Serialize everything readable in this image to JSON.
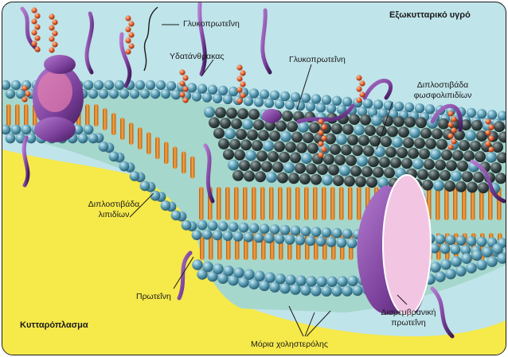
{
  "labels": {
    "extracellular": "Εξωκυτταρικό υγρό",
    "glycoprotein_top": "Γλυκοπρωτεΐνη",
    "carbohydrates": "Υδατάνθρακας",
    "glycoprotein_mid": "Γλυκοπρωτεΐνη",
    "phospholipid_bilayer_1": "Διπλοστιβάδα",
    "phospholipid_bilayer_2": "φωσφολιπιδίων",
    "lipid_bilayer_1": "Διπλοστιβάδα",
    "lipid_bilayer_2": "λιπιδίων",
    "protein": "Πρωτεΐνη",
    "cytoplasm": "Κυτταρόπλασμα",
    "transmembrane_1": "Διαμεμβρανική",
    "transmembrane_2": "πρωτεΐνη",
    "cholesterol": "Μόρια χοληστερόλης"
  },
  "colors": {
    "extracellular_bg": "#bfe4ea",
    "cytoplasm_bg": "#f6e94a",
    "head_blue": "#5b9fb7",
    "head_dark": "#3d4b4d",
    "tail_orange": "#e8892c",
    "protein_purple": "#7a3f9a",
    "protein_pink": "#f2c6e2",
    "bead_red": "#e05b2a"
  }
}
